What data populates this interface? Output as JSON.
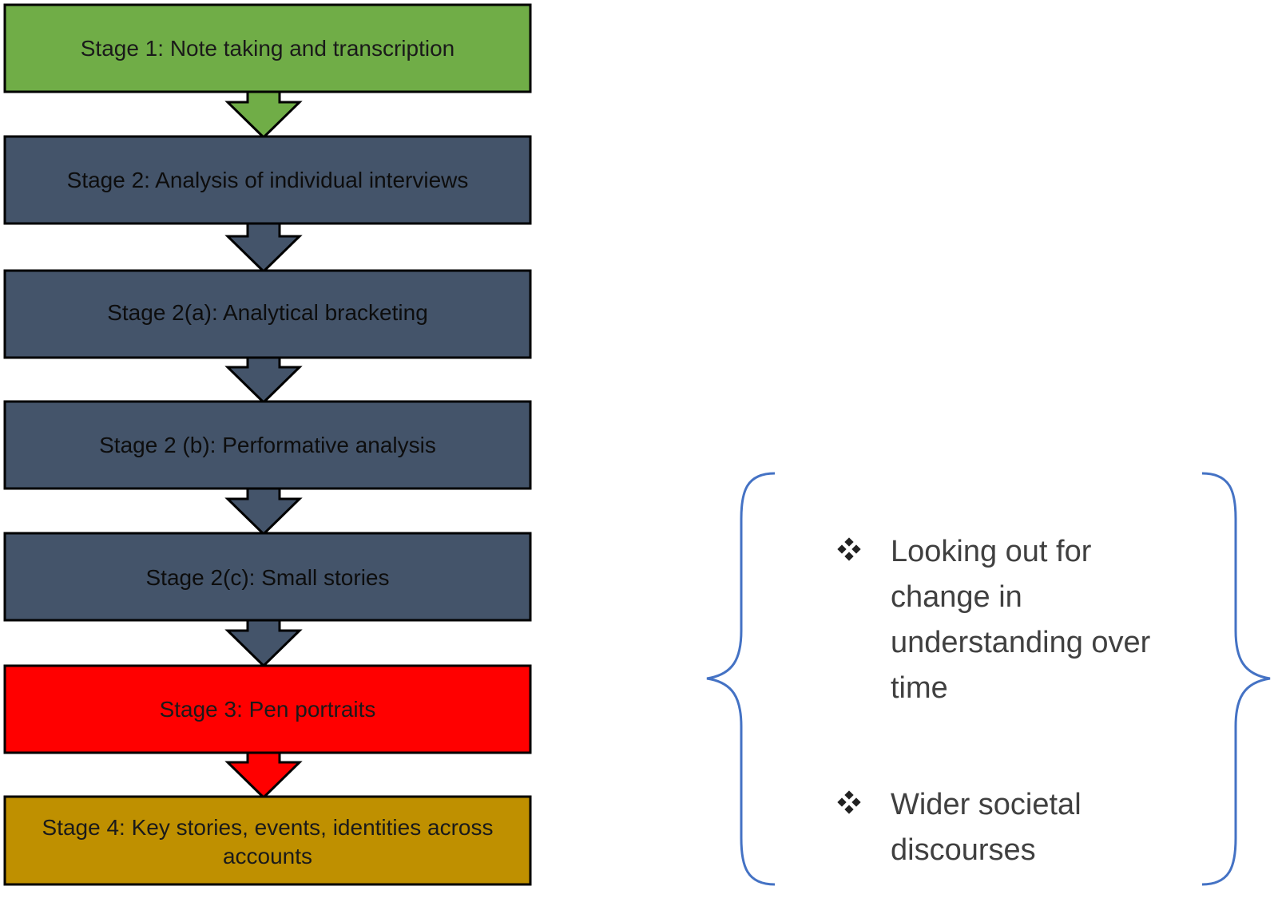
{
  "stages": [
    {
      "label": "Stage 1:  Note taking and transcription",
      "color": "#70ad47",
      "text_color": "#1a1a1a"
    },
    {
      "label": "Stage 2:  Analysis of individual interviews",
      "color": "#44546a",
      "text_color": "#0d0d0d"
    },
    {
      "label": "Stage 2(a):  Analytical bracketing",
      "color": "#44546a",
      "text_color": "#0d0d0d"
    },
    {
      "label": "Stage 2 (b):  Performative analysis",
      "color": "#44546a",
      "text_color": "#0d0d0d"
    },
    {
      "label": "Stage 2(c):  Small stories",
      "color": "#44546a",
      "text_color": "#0d0d0d"
    },
    {
      "label": "Stage 3:  Pen portraits",
      "color": "#ff0000",
      "text_color": "#1a1a1a"
    },
    {
      "label_lines": [
        "Stage 4:  Key stories, events, identities across",
        "accounts"
      ],
      "color": "#bf9000",
      "text_color": "#1a1a1a"
    }
  ],
  "bullets": [
    {
      "icon": "diamond-bullet-icon",
      "lines": [
        "Looking out for",
        "change in",
        "understanding over",
        "time"
      ]
    },
    {
      "icon": "diamond-bullet-icon",
      "lines": [
        "Wider societal",
        "discourses"
      ]
    }
  ],
  "brace_color": "#4472c4"
}
